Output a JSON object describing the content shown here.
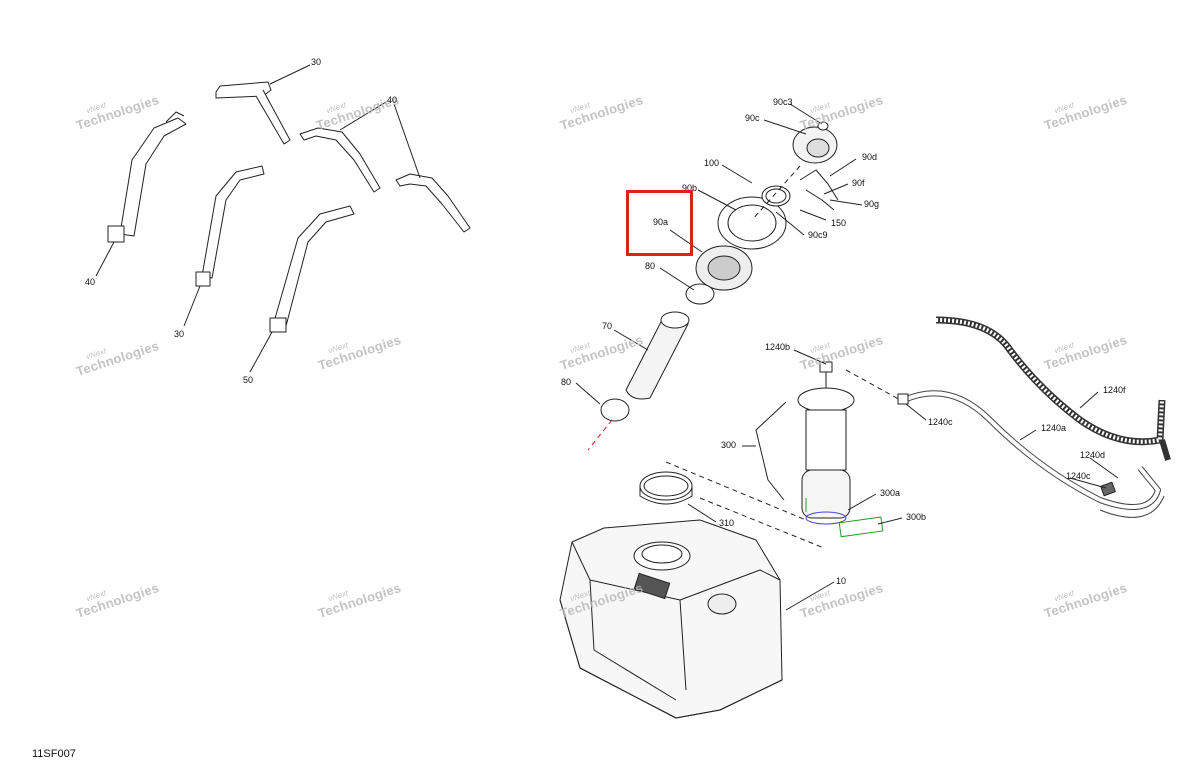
{
  "diagram": {
    "code": "11SF007",
    "watermark": {
      "line1": "vNext",
      "line2": "Technologies"
    },
    "highlight_color": "#e02020",
    "highlighted_callout": "90a",
    "callouts": {
      "c30_top": "30",
      "c40_top": "40",
      "c40_bottom": "40",
      "c30_bottom": "30",
      "c50": "50",
      "c90c3": "90c3",
      "c90c": "90c",
      "c100": "100",
      "c90d": "90d",
      "c90f": "90f",
      "c90b": "90b",
      "c90g": "90g",
      "c150": "150",
      "c90c9": "90c9",
      "c90a": "90a",
      "c80_top": "80",
      "c70": "70",
      "c80_bottom": "80",
      "c1240b": "1240b",
      "c1240c_top": "1240c",
      "c1240f": "1240f",
      "c1240a": "1240a",
      "c1240d": "1240d",
      "c1240c_bottom": "1240c",
      "c300": "300",
      "c300a": "300a",
      "c300b": "300b",
      "c310": "310",
      "c10": "10"
    }
  }
}
